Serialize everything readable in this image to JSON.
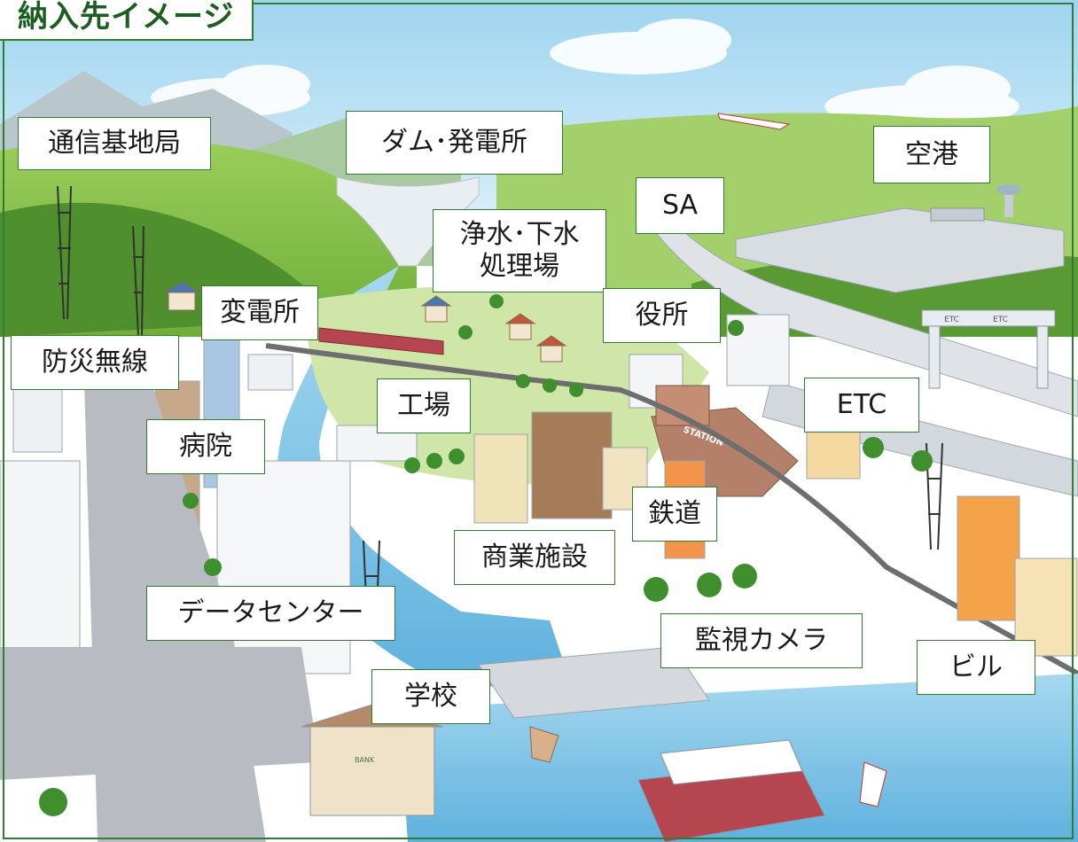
{
  "title": "納入先イメージ",
  "labels": {
    "tsushin_kichikyoku": "通信基地局",
    "dam_hatsudensho": "ダム･発電所",
    "kuko": "空港",
    "sa": "SA",
    "josui_gesui": "浄水･下水\n処理場",
    "henden_sho": "変電所",
    "yakusho": "役所",
    "bosai_musen": "防災無線",
    "kojo": "工場",
    "etc": "ETC",
    "byoin": "病院",
    "tetsudo": "鉄道",
    "shogyo_shisetsu": "商業施設",
    "data_center": "データセンター",
    "kanshi_camera": "監視カメラ",
    "gakko": "学校",
    "biru": "ビル"
  },
  "scene_texts": {
    "station_sign": "STATION",
    "etc_gate_left": "ETC",
    "etc_gate_right": "ETC",
    "bank_sign": "BANK"
  },
  "colors": {
    "accent_green": "#2e7d32",
    "title_green": "#1b5e20",
    "sky": "#bfe3f5",
    "grass": "#8cc63f",
    "water": "#8fcbe8",
    "road": "#b8bcc2"
  }
}
